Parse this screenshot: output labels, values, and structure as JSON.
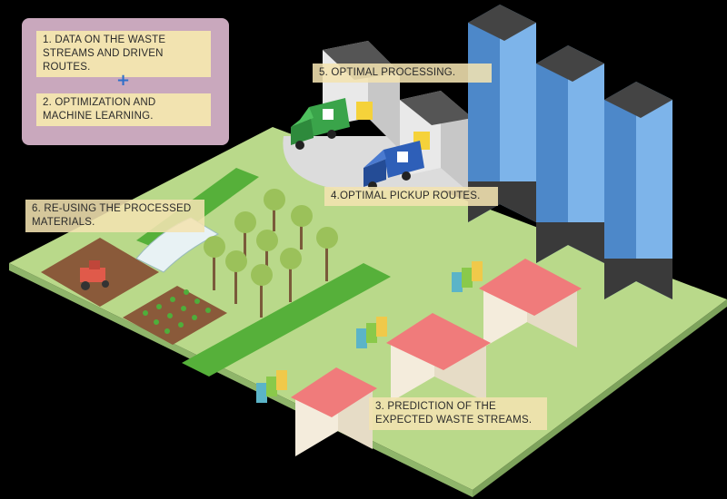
{
  "steps": {
    "step1": "1. DATA ON THE WASTE STREAMS AND DRIVEN ROUTES.",
    "plus": "+",
    "step2": "2. OPTIMIZATION AND MACHINE LEARNING.",
    "step3": "3. PREDICTION OF THE EXPECTED WASTE STREAMS.",
    "step4": "4.OPTIMAL PICKUP ROUTES.",
    "step5": "5. OPTIMAL PROCESSING.",
    "step6": "6. RE-USING THE PROCESSED MATERIALS."
  },
  "colors": {
    "background": "#000000",
    "ground": "#b9d98a",
    "grass_strip": "#56b03a",
    "panel": "#c9a8bd",
    "label_bg": "#f2e3b0",
    "tower_glass": "#6fa8e0",
    "roof": "#f07b7b",
    "truck_green": "#3aa44a",
    "truck_blue": "#2e5fb8",
    "plus": "#2f6fc9"
  },
  "icons": [
    "green-garbage-truck-icon",
    "blue-garbage-truck-icon",
    "tractor-icon",
    "greenhouse-icon",
    "recycling-bins-icon",
    "tree-icon",
    "skyscraper-icon"
  ]
}
